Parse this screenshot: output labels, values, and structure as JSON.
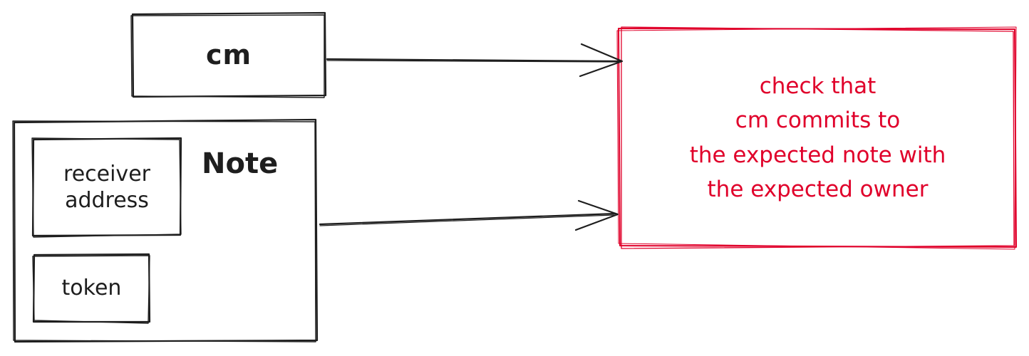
{
  "colors": {
    "ink": "#1e1e1e",
    "accent": "#e0002a"
  },
  "boxes": {
    "commitment": {
      "label": "cm"
    },
    "note": {
      "label": "Note",
      "fields": {
        "receiver": [
          "receiver",
          "address"
        ],
        "token": "token"
      }
    },
    "check": {
      "lines": [
        "check that",
        "cm commits to",
        "the expected note with",
        "the expected owner"
      ]
    }
  }
}
